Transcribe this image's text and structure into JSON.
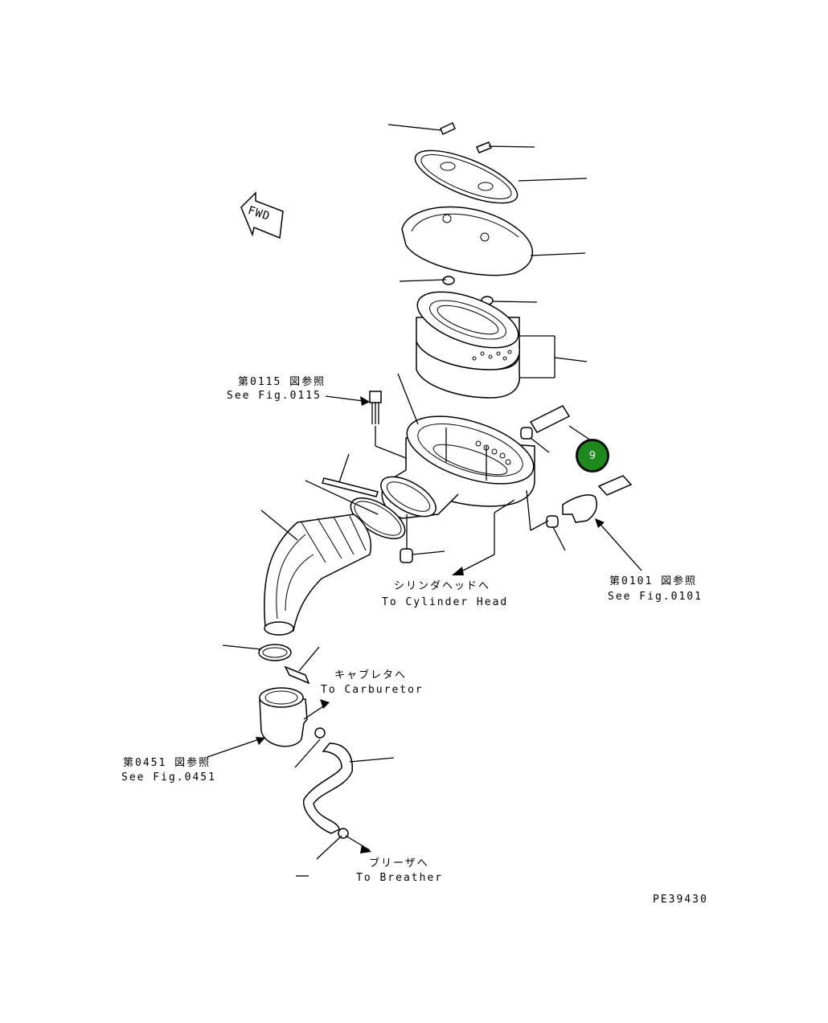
{
  "diagram": {
    "direction_marker": "FWD",
    "callout_number": "9",
    "callout_color": "#1e8a1e",
    "drawing_code": "PE39430",
    "refs": {
      "fig0115": {
        "jp": "第0115 図参照",
        "en": "See Fig.0115"
      },
      "fig0101": {
        "jp": "第0101 図参照",
        "en": "See Fig.0101"
      },
      "fig0451": {
        "jp": "第0451 図参照",
        "en": "See Fig.0451"
      }
    },
    "destinations": {
      "cylinder_head": {
        "jp": "シリンダヘッドへ",
        "en": "To Cylinder Head"
      },
      "carburetor": {
        "jp": "キャブレタへ",
        "en": "To Carburetor"
      },
      "breather": {
        "jp": "ブリーザへ",
        "en": "To Breather"
      }
    }
  }
}
